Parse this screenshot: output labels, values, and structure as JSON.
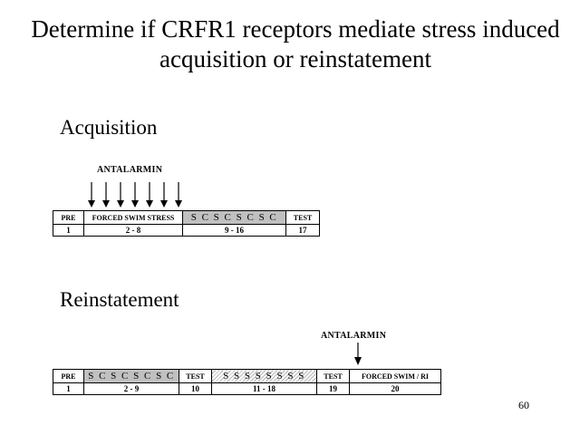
{
  "title": "Determine if CRFR1 receptors mediate stress induced acquisition  or reinstatement",
  "acquisition": {
    "heading": "Acquisition",
    "drug_label": "ANTALARMIN",
    "arrow_count": 7,
    "phases": [
      "PRE",
      "FORCED SWIM STRESS",
      "S C S C S C S C",
      "TEST"
    ],
    "days": [
      "1",
      "2 - 8",
      "9 - 16",
      "17"
    ]
  },
  "reinstatement": {
    "heading": "Reinstatement",
    "drug_label": "ANTALARMIN",
    "arrow_count": 1,
    "phases": [
      "PRE",
      "S C S C S C S C",
      "TEST",
      "S S S S S S S S",
      "TEST",
      "FORCED SWIM / RI"
    ],
    "days": [
      "1",
      "2 - 9",
      "10",
      "11 - 18",
      "19",
      "20"
    ]
  },
  "colors": {
    "shaded_cell": "#c0c0c0",
    "text": "#000000",
    "background": "#ffffff"
  },
  "page_number": "60"
}
